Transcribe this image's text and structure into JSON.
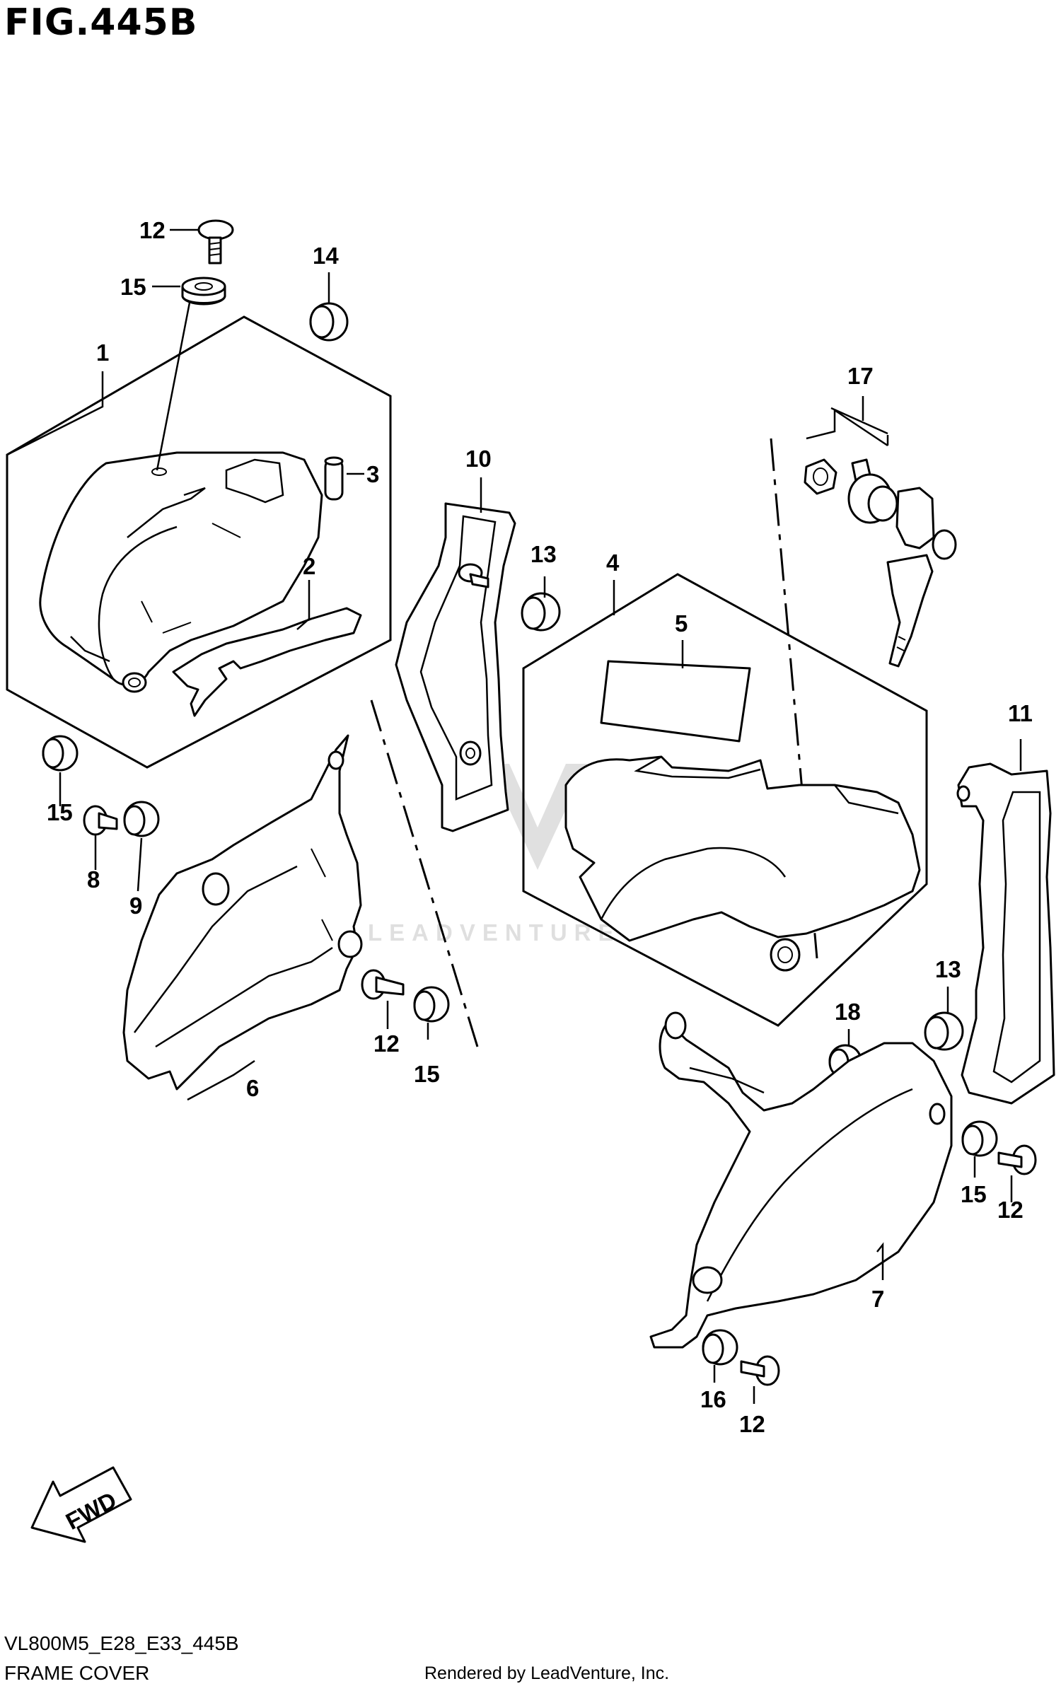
{
  "title": "FIG.445B",
  "model_code": "VL800M5_E28_E33_445B",
  "section_name": "FRAME COVER",
  "rendered_by": "Rendered by LeadVenture, Inc.",
  "watermark": "LEADVENTURE",
  "fwd_label": "FWD",
  "callouts": {
    "c12a": "12",
    "c15a": "15",
    "c14": "14",
    "c1": "1",
    "c3": "3",
    "c2": "2",
    "c15b": "15",
    "c8": "8",
    "c9": "9",
    "c10": "10",
    "c13a": "13",
    "c4": "4",
    "c5": "5",
    "c17": "17",
    "c11": "11",
    "c6": "6",
    "c12b": "12",
    "c15c": "15",
    "c13b": "13",
    "c18": "18",
    "c15d": "15",
    "c12c": "12",
    "c7": "7",
    "c16": "16",
    "c12d": "12"
  }
}
